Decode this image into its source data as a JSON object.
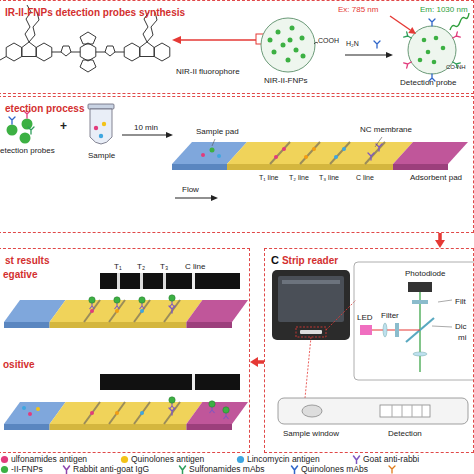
{
  "diagram": {
    "nodes": [
      {
        "text": [
          "IR-II-FNPs detection probes synthesis"
        ]
      },
      {
        "text": [
          "etection process"
        ]
      },
      {
        "text": [
          "st results"
        ]
      },
      {
        "text": [
          "C",
          "Strip reader"
        ]
      }
    ],
    "edges": [
      {
        "from": 1,
        "to": 3,
        "arrow": "to"
      },
      {
        "from": 3,
        "to": 2,
        "arrow": "to"
      }
    ],
    "labels": [
      "NIR-II fluorophore",
      "NIR-II-FNPs",
      "COOH",
      "H₂N",
      "Detection probe",
      "Ex: 785 nm",
      "Em: 1030 nm",
      "CO-NH",
      "etection probes",
      "+",
      "Sample",
      "10 min",
      "Sample pad",
      "NC membrane",
      "Flow",
      "T₁ line",
      "T₂ line",
      "T₃ line",
      "C line",
      "Adsorbent pad",
      "egative",
      "T₁",
      "T₂",
      "T₃",
      "C line",
      "ositive",
      "Photodiode",
      "LED",
      "Filter",
      "Filt",
      "Dic",
      "mi",
      "Sample window",
      "Detection"
    ],
    "legend": [
      {
        "text": "ulfonamides antigen",
        "color": "#e23b7c"
      },
      {
        "text": "Quinolones antigen",
        "color": "#f3c318"
      },
      {
        "text": "Lincomycin antigen",
        "color": "#3ea6e0"
      },
      {
        "text": "Goat anti-rabbi",
        "color": "#7e57c2"
      },
      {
        "text": "-II-FNPs",
        "color": "#3cb043"
      },
      {
        "text": "Rabbit anti-goat IgG",
        "color": "#8e44ad"
      },
      {
        "text": "Sulfonamides mAbs",
        "color": "#2e9e5b"
      },
      {
        "text": "Quinolones mAbs",
        "color": "#3066c9"
      }
    ]
  }
}
